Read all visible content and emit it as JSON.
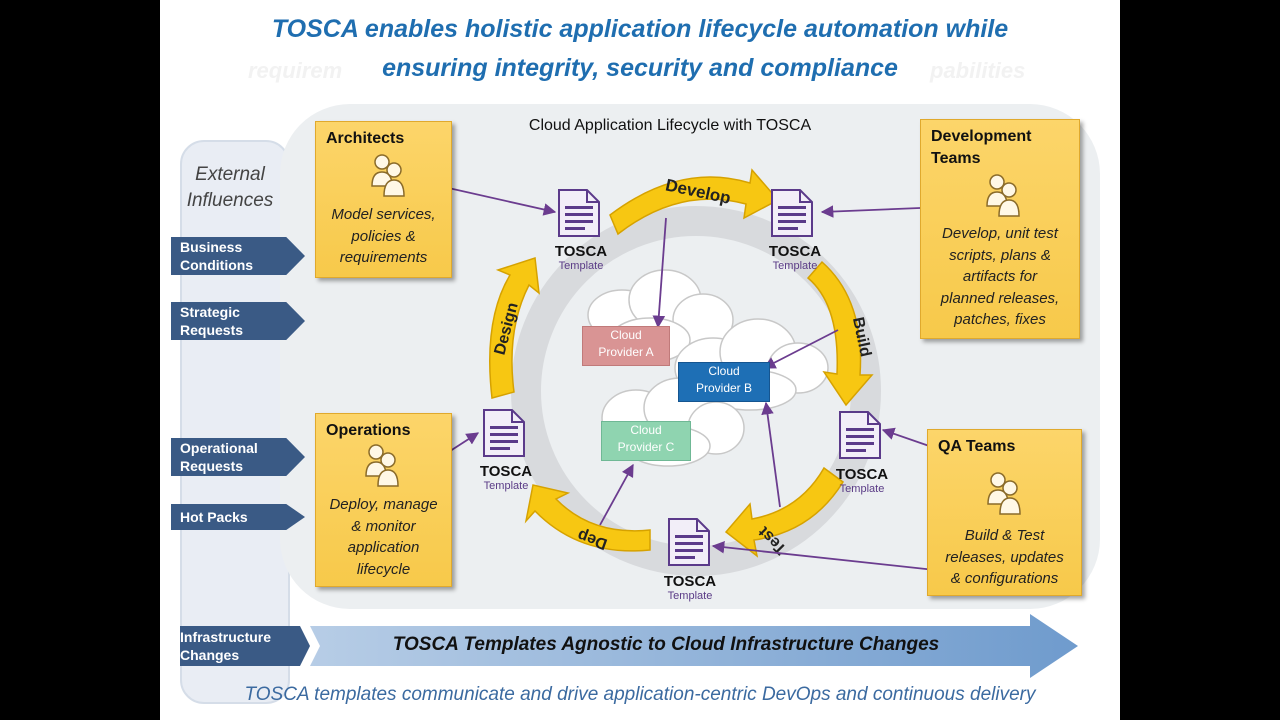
{
  "title": {
    "line1": "TOSCA enables holistic application lifecycle automation while",
    "line2": "ensuring integrity, security and compliance"
  },
  "diagram_title": "Cloud Application Lifecycle with TOSCA",
  "external": {
    "title_line1": "External",
    "title_line2": "Influences",
    "items": [
      {
        "line1": "Business",
        "line2": "Conditions"
      },
      {
        "line1": "Strategic",
        "line2": "Requests"
      },
      {
        "line1": "Operational",
        "line2": "Requests"
      },
      {
        "line1": "Hot Packs",
        "line2": ""
      },
      {
        "line1": "Infrastructure",
        "line2": "Changes"
      }
    ]
  },
  "roles": {
    "architects": {
      "title": "Architects",
      "desc": [
        "Model services,",
        "policies &",
        "requirements"
      ]
    },
    "dev_teams": {
      "title_line1": "Development",
      "title_line2": "Teams",
      "desc": [
        "Develop, unit test",
        "scripts, plans &",
        "artifacts for",
        "planned releases,",
        "patches, fixes"
      ]
    },
    "operations": {
      "title": "Operations",
      "desc": [
        "Deploy, manage",
        "& monitor",
        "application",
        "lifecycle"
      ]
    },
    "qa_teams": {
      "title": "QA Teams",
      "desc": [
        "Build & Test",
        "releases, updates",
        "& configurations"
      ]
    }
  },
  "templates": {
    "label": "TOSCA",
    "sublabel": "Template"
  },
  "phases": {
    "develop": "Develop",
    "build": "Build",
    "test": "Test",
    "deploy": "Dep",
    "design": "Design"
  },
  "providers": {
    "a": {
      "line1": "Cloud",
      "line2": "Provider A",
      "color": "#d99494"
    },
    "b": {
      "line1": "Cloud",
      "line2": "Provider B",
      "color": "#1e6fb5"
    },
    "c": {
      "line1": "Cloud",
      "line2": "Provider C",
      "color": "#8fd4b0"
    }
  },
  "bottom_arrow_text": "TOSCA Templates Agnostic to Cloud Infrastructure Changes",
  "footer": "TOSCA templates communicate and drive application-centric DevOps and continuous delivery",
  "colors": {
    "title": "#1f6eb0",
    "chevron": "#3a5a85",
    "role_box": "#f9cf55",
    "arrow_yellow": "#f7c712",
    "connector": "#6b3c8f"
  }
}
